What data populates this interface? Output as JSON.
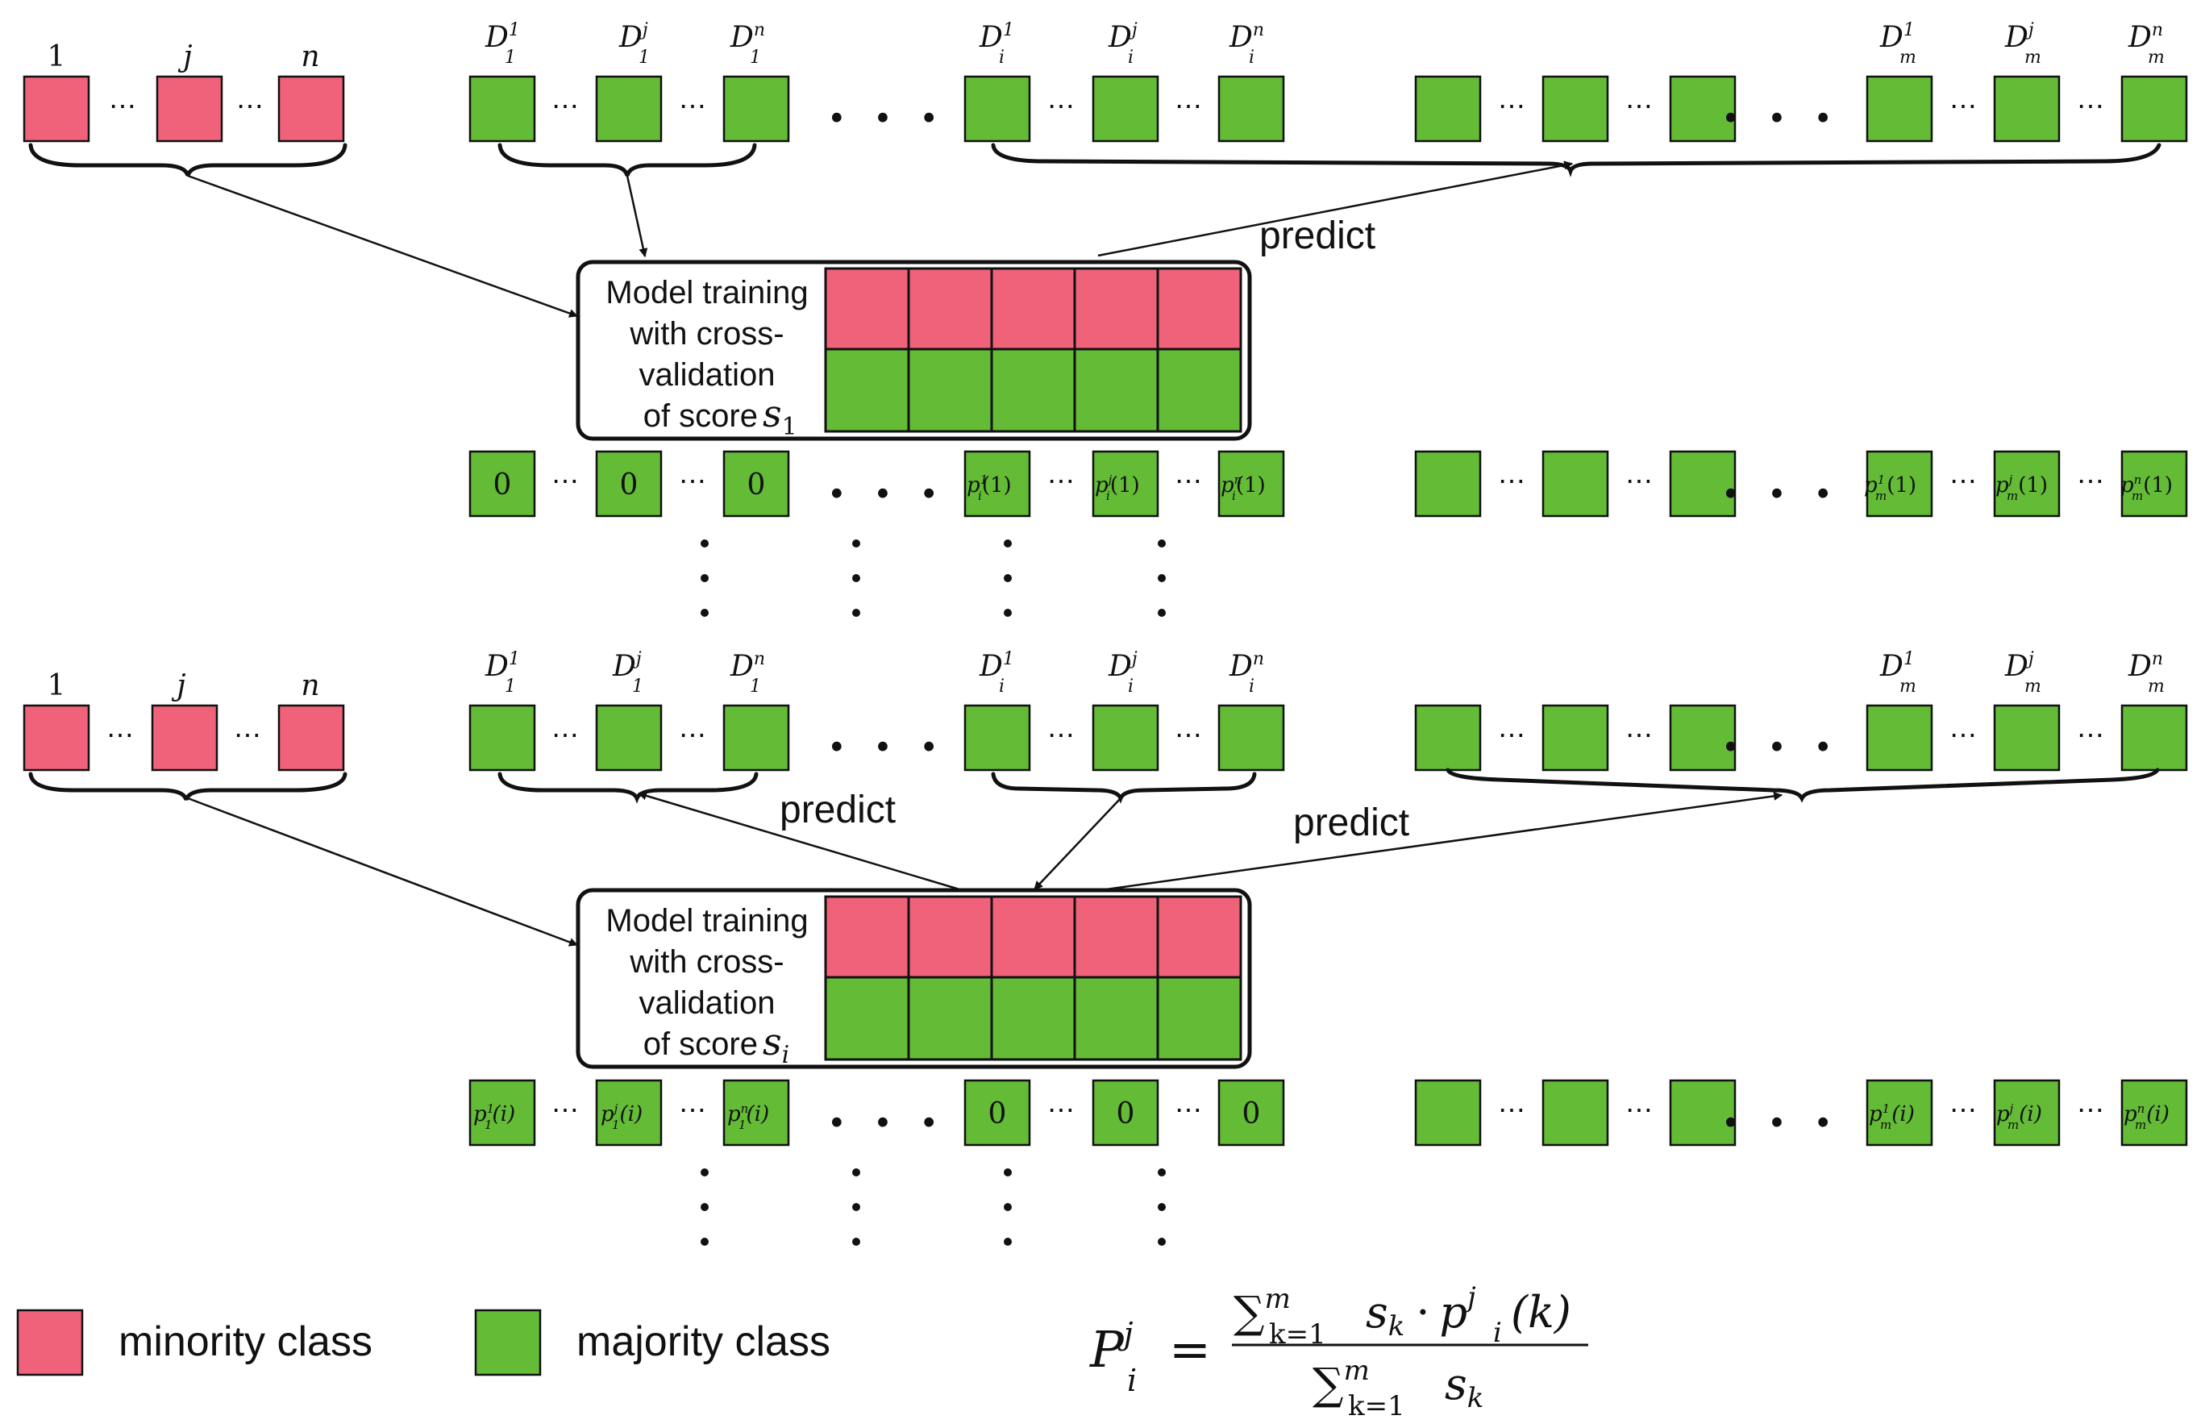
{
  "colors": {
    "minority": "#f0627a",
    "majority": "#63bb36",
    "line": "#111111",
    "background": "#ffffff"
  },
  "top_labels": {
    "minority": [
      "1",
      "j",
      "n"
    ],
    "group1": [
      {
        "base": "D",
        "sup": "1",
        "sub": "1"
      },
      {
        "base": "D",
        "sup": "j",
        "sub": "1"
      },
      {
        "base": "D",
        "sup": "n",
        "sub": "1"
      }
    ],
    "groupi": [
      {
        "base": "D",
        "sup": "1",
        "sub": "i"
      },
      {
        "base": "D",
        "sup": "j",
        "sub": "i"
      },
      {
        "base": "D",
        "sup": "n",
        "sub": "i"
      }
    ],
    "groupm": [
      {
        "base": "D",
        "sup": "1",
        "sub": "m"
      },
      {
        "base": "D",
        "sup": "j",
        "sub": "m"
      },
      {
        "base": "D",
        "sup": "n",
        "sub": "m"
      }
    ]
  },
  "predict_label": "predict",
  "panel1": {
    "model_lines": [
      "Model training",
      "with cross-",
      "validation",
      "of score"
    ],
    "score": {
      "base": "s",
      "sub": "1"
    },
    "result_group1": [
      "0",
      "0",
      "0"
    ],
    "result_groupi": [
      {
        "base": "p",
        "sup": "1",
        "sub": "i",
        "arg": "(1)"
      },
      {
        "base": "p",
        "sup": "j",
        "sub": "i",
        "arg": "(1)"
      },
      {
        "base": "p",
        "sup": "n",
        "sub": "i",
        "arg": "(1)"
      }
    ],
    "result_groupm": [
      {
        "base": "p",
        "sup": "1",
        "sub": "m",
        "arg": "(1)"
      },
      {
        "base": "p",
        "sup": "j",
        "sub": "m",
        "arg": "(1)"
      },
      {
        "base": "p",
        "sup": "n",
        "sub": "m",
        "arg": "(1)"
      }
    ]
  },
  "panel2": {
    "model_lines": [
      "Model training",
      "with cross-",
      "validation",
      "of score"
    ],
    "score": {
      "base": "s",
      "sub": "i"
    },
    "result_group1": [
      {
        "base": "p",
        "sup": "1",
        "sub": "1",
        "arg": "(i)"
      },
      {
        "base": "p",
        "sup": "j",
        "sub": "1",
        "arg": "(i)"
      },
      {
        "base": "p",
        "sup": "n",
        "sub": "1",
        "arg": "(i)"
      }
    ],
    "result_groupi": [
      "0",
      "0",
      "0"
    ],
    "result_groupm": [
      {
        "base": "p",
        "sup": "1",
        "sub": "m",
        "arg": "(i)"
      },
      {
        "base": "p",
        "sup": "j",
        "sub": "m",
        "arg": "(i)"
      },
      {
        "base": "p",
        "sup": "n",
        "sub": "m",
        "arg": "(i)"
      }
    ]
  },
  "legend": {
    "minority": "minority class",
    "majority": "majority class"
  },
  "formula": {
    "lhs_base": "P",
    "lhs_sup": "j",
    "lhs_sub": "i",
    "equals": "=",
    "num_sum": "∑",
    "num_sup": "m",
    "num_sub": "k=1",
    "num_s": "s",
    "num_s_sub": "k",
    "num_dot": "·",
    "num_p": "p",
    "num_p_sup": "j",
    "num_p_sub": "i",
    "num_arg": "(k)",
    "den_sum": "∑",
    "den_sup": "m",
    "den_sub": "k=1",
    "den_s": "s",
    "den_s_sub": "k"
  }
}
